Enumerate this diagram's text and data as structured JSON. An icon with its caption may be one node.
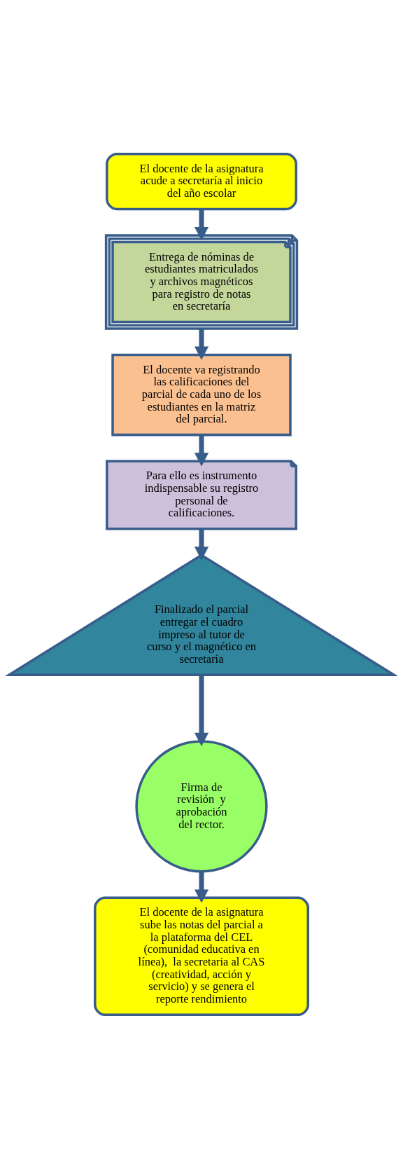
{
  "diagram": {
    "nodes": [
      {
        "text": [
          "El docente de la asignatura acude a secretaría al inicio del año escolar"
        ]
      },
      {
        "text": [
          "Entrega de nóminas de estudiantes matriculados y archivos magnéticos para registro de notas en secretaría"
        ]
      },
      {
        "text": [
          "El docente va registrando las calificaciones del parcial de cada uno de los estudiantes en la matriz del parcial."
        ]
      },
      {
        "text": [
          "Para ello es instrumento indispensable su registro personal de calificaciones."
        ]
      },
      {
        "text": [
          "Finalizado el parcial entregar el cuadro impreso al tutor de curso y el magnético en secretaría"
        ]
      },
      {
        "text": [
          "Firma de revisión  y aprobación del rector."
        ]
      },
      {
        "text": [
          "El docente de la asignatura sube las notas del parcial a la plataforma del CEL (comunidad educativa en línea),  la secretaria al CAS (creatividad, acción y servicio) y se genera el reporte rendimiento"
        ]
      }
    ],
    "edges": [
      {
        "from": 0,
        "to": 1,
        "arrow": "to"
      },
      {
        "from": 1,
        "to": 2,
        "arrow": "to"
      },
      {
        "from": 2,
        "to": 3,
        "arrow": "to"
      },
      {
        "from": 3,
        "to": 4,
        "arrow": "to"
      },
      {
        "from": 4,
        "to": 5,
        "arrow": "to"
      },
      {
        "from": 5,
        "to": 6,
        "arrow": "to"
      }
    ]
  }
}
